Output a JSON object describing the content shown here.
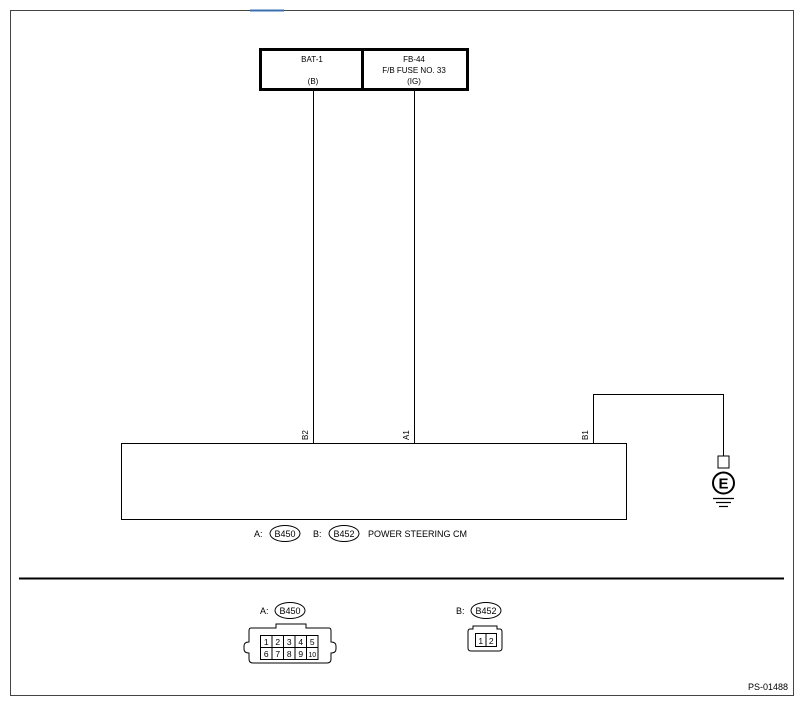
{
  "diagram": {
    "top_left_box": {
      "line1": "BAT-1",
      "line2": "(B)"
    },
    "top_right_box": {
      "line1": "FB-44",
      "line2": "F/B FUSE NO. 33",
      "line3": "(IG)"
    },
    "pins": {
      "b2": "B2",
      "a1": "A1",
      "b1": "B1"
    },
    "ground_symbol": "E",
    "module_caption": {
      "a_prefix": "A:",
      "a_connector": "B450",
      "b_prefix": "B:",
      "b_connector": "B452",
      "module_name": "POWER STEERING CM"
    },
    "connector_a": {
      "prefix": "A:",
      "code": "B450",
      "top_row": [
        "1",
        "2",
        "3",
        "4",
        "5"
      ],
      "bottom_row": [
        "6",
        "7",
        "8",
        "9",
        "10"
      ]
    },
    "connector_b": {
      "prefix": "B:",
      "code": "B452",
      "pins": [
        "1",
        "2"
      ]
    },
    "figure_id": "PS-01488"
  }
}
